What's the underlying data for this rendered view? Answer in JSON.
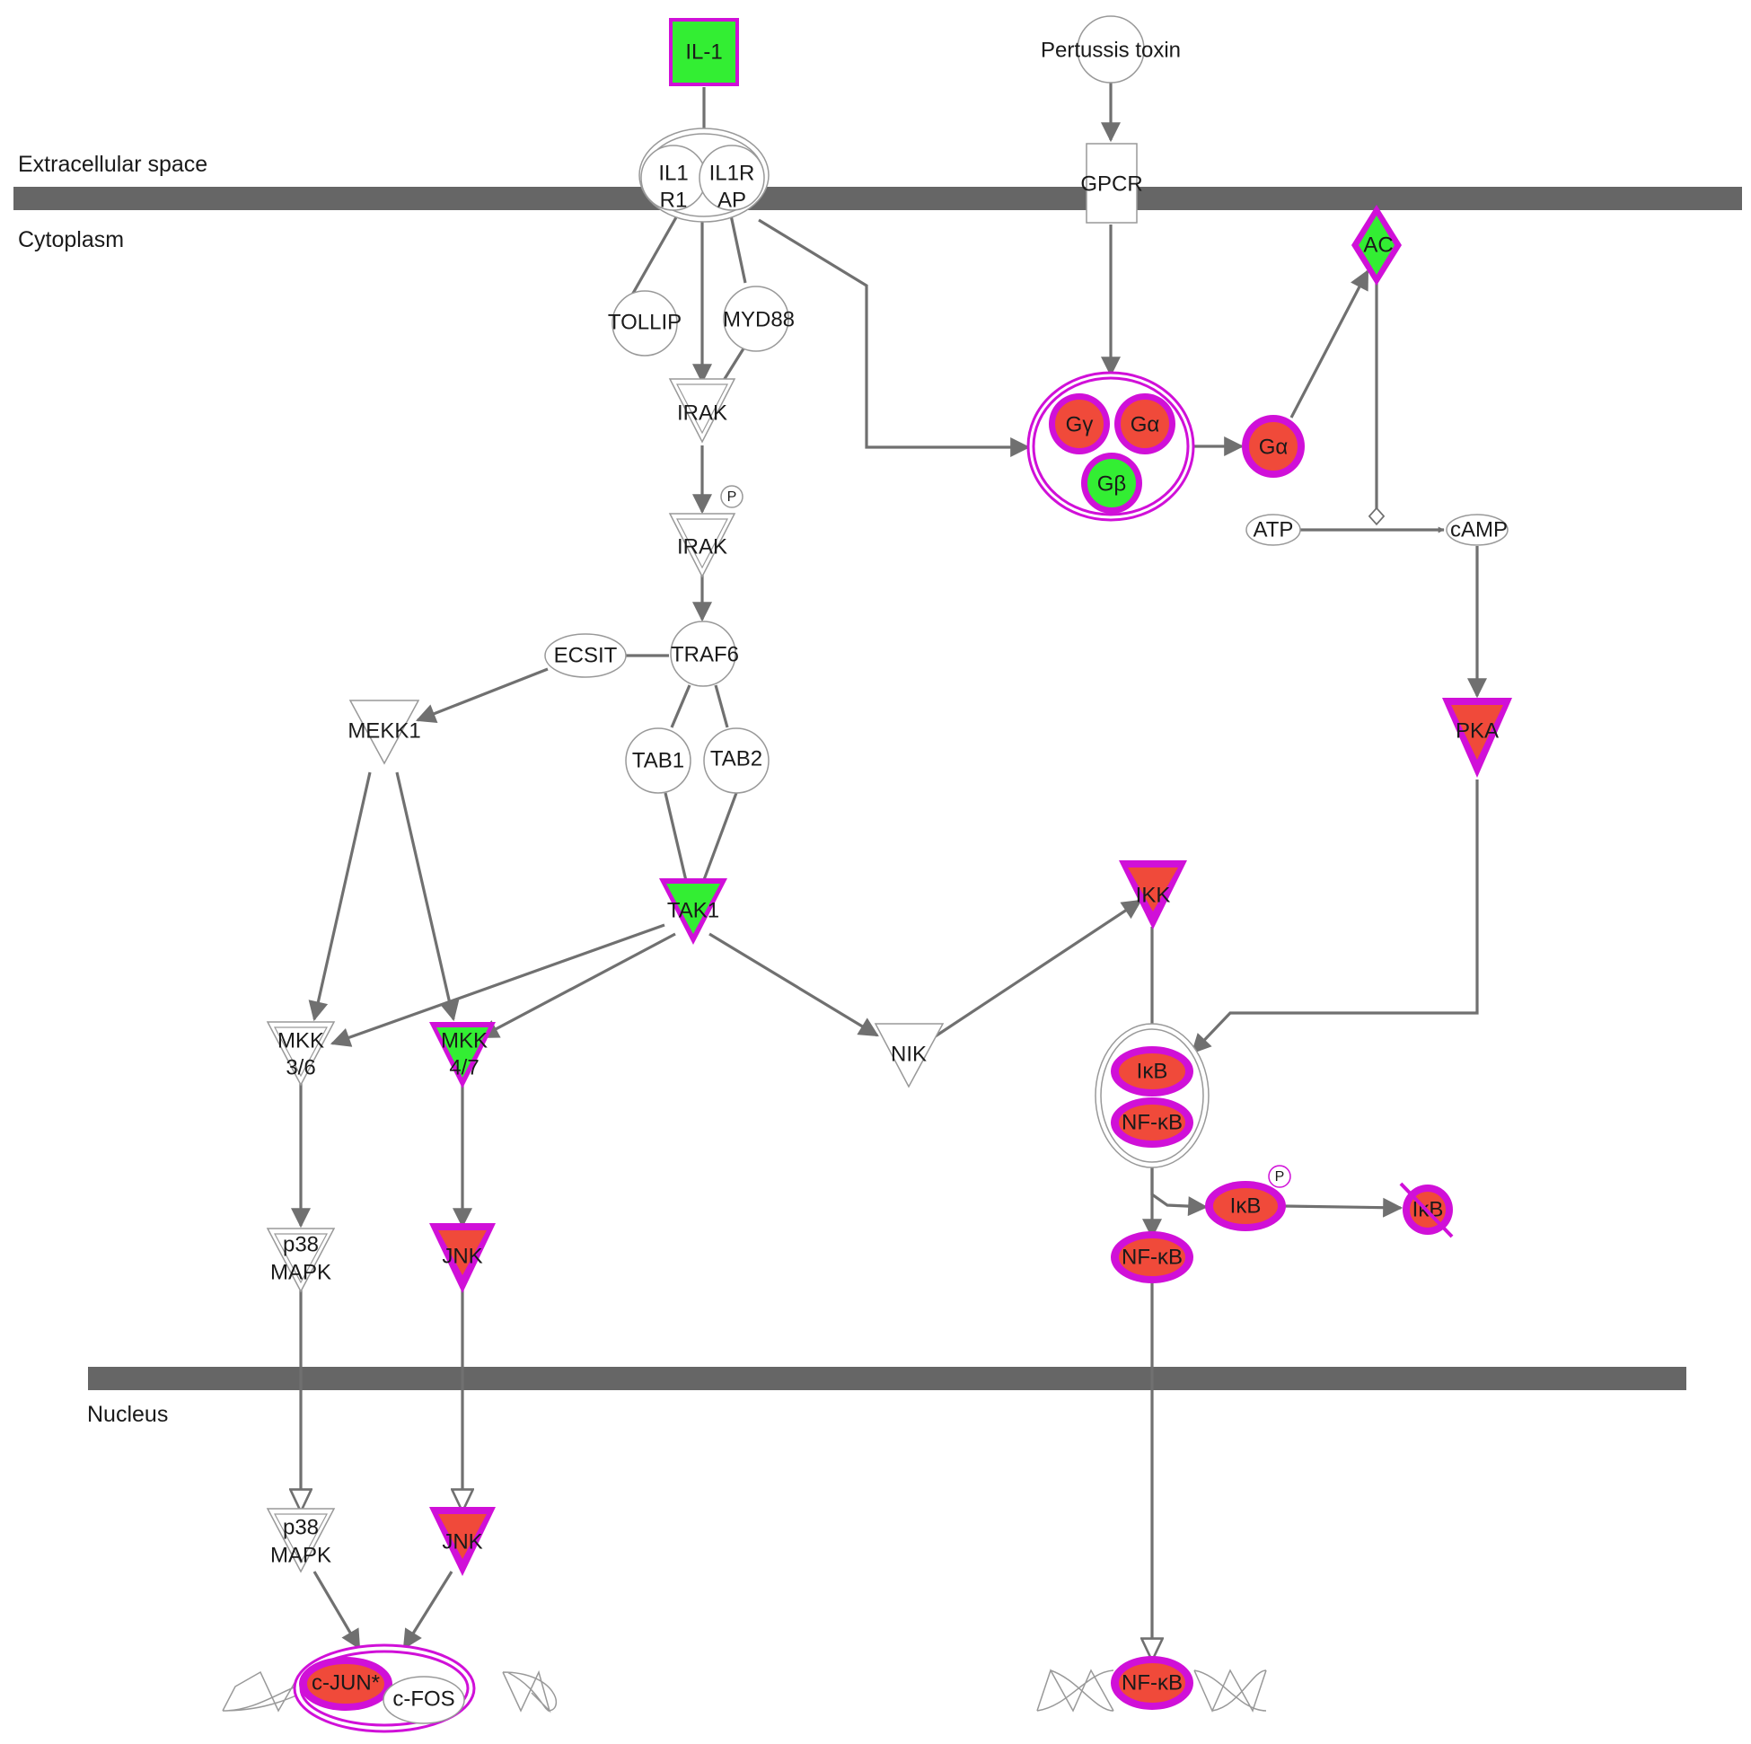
{
  "compartments": {
    "extracellular": "Extracellular space",
    "cytoplasm": "Cytoplasm",
    "nucleus": "Nucleus"
  },
  "nodes": {
    "il1": "IL-1",
    "pertussis": "Pertussis toxin",
    "il1r1_line1": "IL1",
    "il1r1_line2": "R1",
    "il1rap_line1": "IL1R",
    "il1rap_line2": "AP",
    "gpcr": "GPCR",
    "ac": "AC",
    "tollip": "TOLLIP",
    "myd88": "MYD88",
    "irak": "IRAK",
    "irak_p": "IRAK",
    "phospho_p": "P",
    "g_gamma": "Gγ",
    "g_alpha_complex": "Gα",
    "g_beta": "Gβ",
    "g_alpha": "Gα",
    "atp": "ATP",
    "camp": "cAMP",
    "ecsit": "ECSIT",
    "traf6": "TRAF6",
    "mekk1": "MEKK1",
    "tab1": "TAB1",
    "tab2": "TAB2",
    "pka": "PKA",
    "tak1": "TAK1",
    "ikk": "IKK",
    "mkk36_line1": "MKK",
    "mkk36_line2": "3/6",
    "mkk47_line1": "MKK",
    "mkk47_line2": "4/7",
    "nik": "NIK",
    "ikb_complex": "IκB",
    "nfkb_complex": "NF-κB",
    "ikb_p": "IκB",
    "ikb_degraded": "IκB",
    "p38_line1": "p38",
    "p38_line2": "MAPK",
    "jnk": "JNK",
    "nfkb": "NF-κB",
    "p38_nuc_line1": "p38",
    "p38_nuc_line2": "MAPK",
    "jnk_nuc": "JNK",
    "c_jun": "c-JUN*",
    "c_fos": "c-FOS",
    "nfkb_nuc": "NF-κB"
  },
  "colors": {
    "down_regulated": "#33ee33",
    "up_regulated": "#f04a3a",
    "highlight_outline": "#d010d8",
    "edge": "#707070",
    "membrane": "#666666"
  }
}
